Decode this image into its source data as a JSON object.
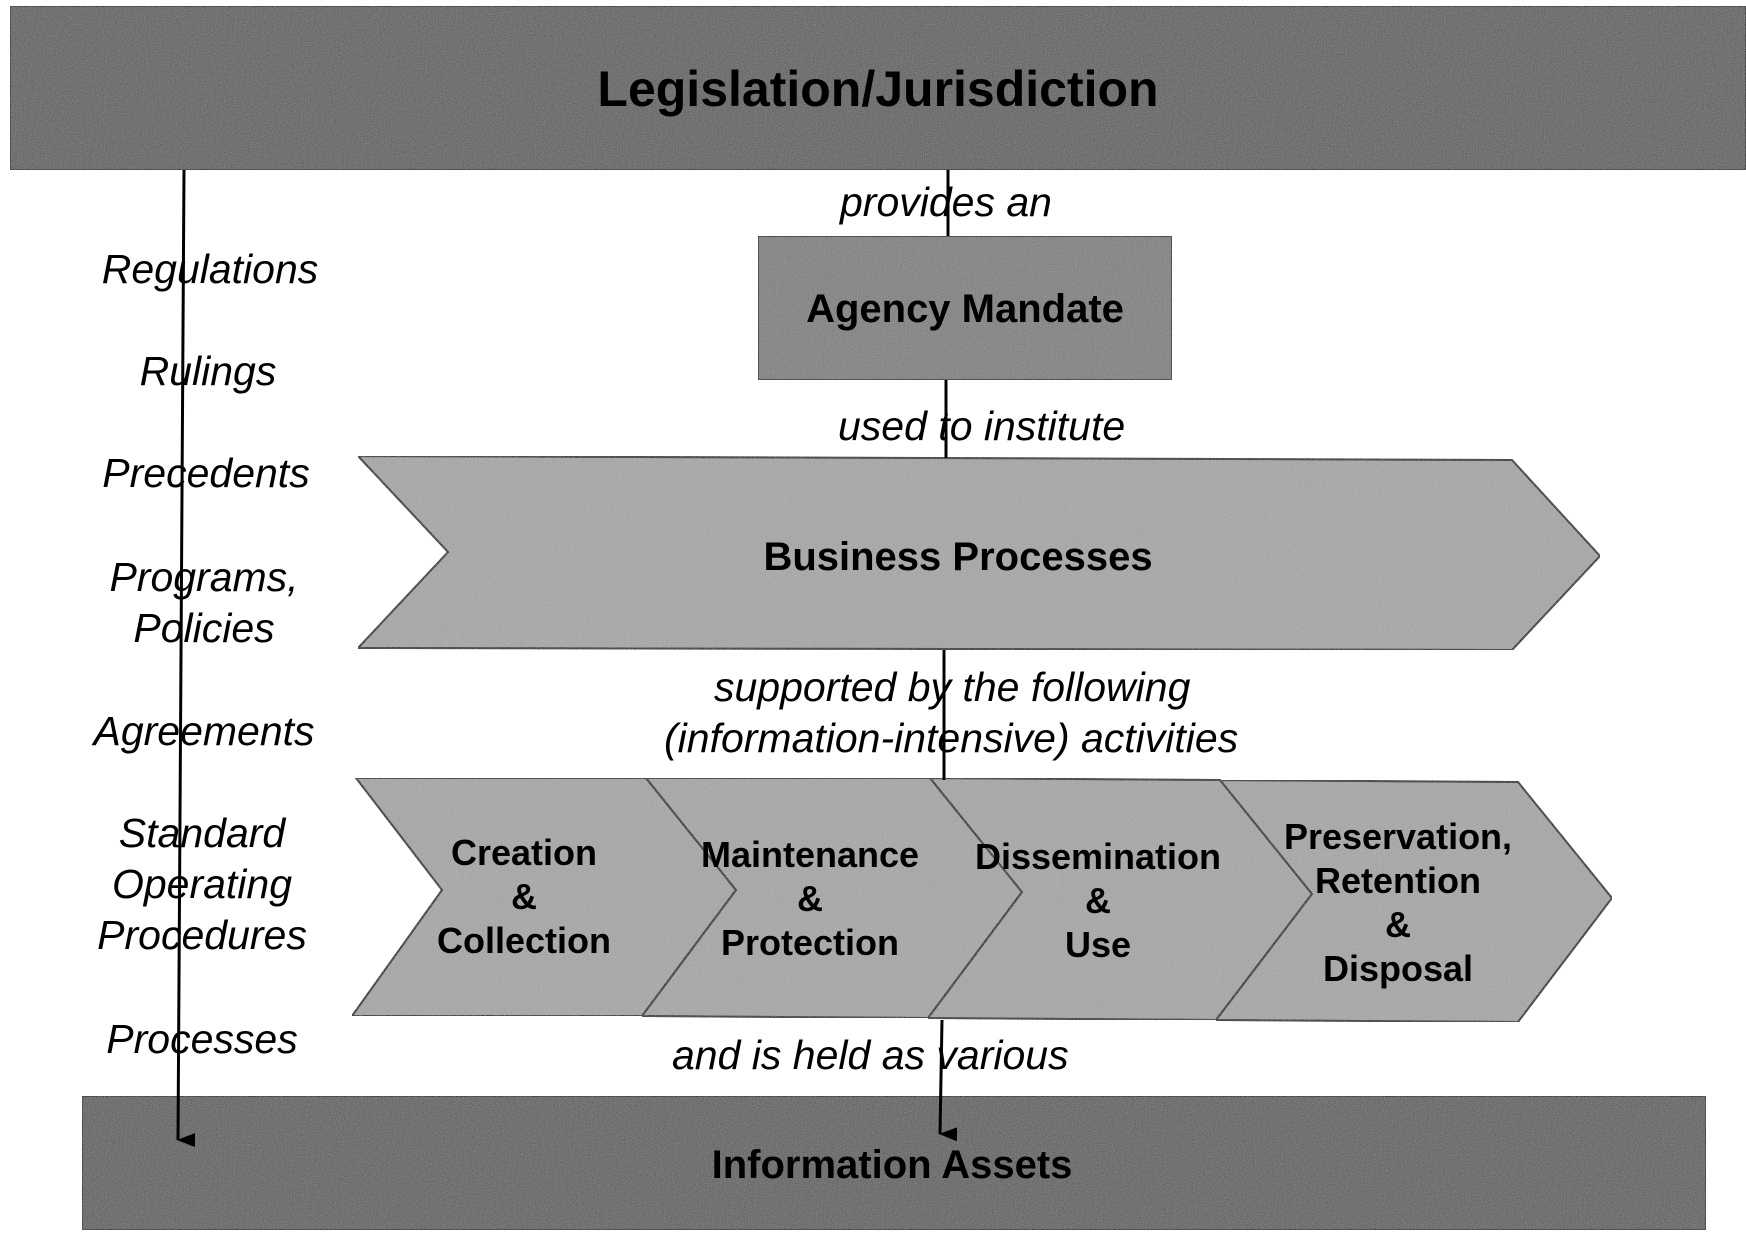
{
  "top_bar": {
    "title": "Legislation/Jurisdiction"
  },
  "mandate": {
    "title": "Agency Mandate"
  },
  "business": {
    "title": "Business Processes"
  },
  "bottom_bar": {
    "title": "Information Assets"
  },
  "connectors": {
    "provides": "provides an",
    "used": "used to institute",
    "supported_1": "supported by the following",
    "supported_2": "(information-intensive) activities",
    "held": "and is held as various"
  },
  "left_labels": [
    {
      "lines": [
        "Regulations"
      ]
    },
    {
      "lines": [
        "Rulings"
      ]
    },
    {
      "lines": [
        "Precedents"
      ]
    },
    {
      "lines": [
        "Programs,",
        "Policies"
      ]
    },
    {
      "lines": [
        "Agreements"
      ]
    },
    {
      "lines": [
        "Standard",
        "Operating",
        "Procedures"
      ]
    },
    {
      "lines": [
        "Processes"
      ]
    }
  ],
  "activities": [
    {
      "lines": [
        "Creation",
        "&",
        "Collection"
      ]
    },
    {
      "lines": [
        "Maintenance",
        "&",
        "Protection"
      ]
    },
    {
      "lines": [
        "Dissemination",
        "&",
        "Use"
      ]
    },
    {
      "lines": [
        "Preservation,",
        "Retention",
        "&",
        "Disposal"
      ]
    }
  ],
  "colors": {
    "dark_bar": "#5a5a5a",
    "mandate_box": "#7d7d7d",
    "chevron": "#a6a6a6",
    "outline": "#000000"
  }
}
